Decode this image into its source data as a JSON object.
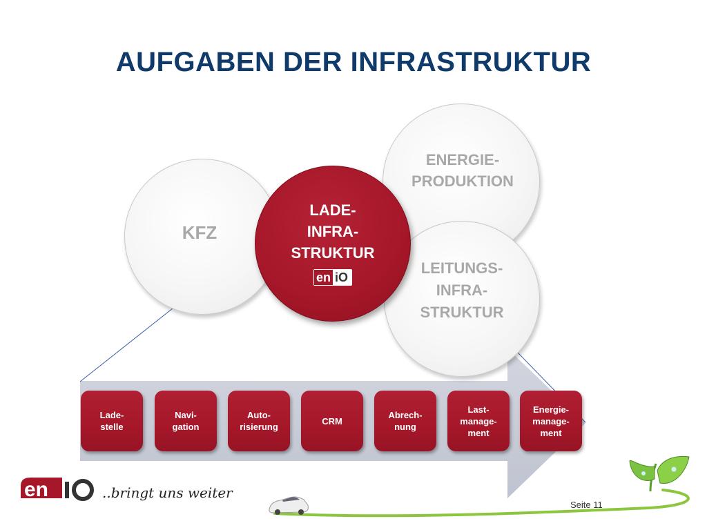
{
  "title": "AUFGABEN DER INFRASTRUKTUR",
  "circles": {
    "kfz": "KFZ",
    "energie": "ENERGIE-\nPRODUKTION",
    "leitung": "LEITUNGS-\nINFRA-\nSTRUKTUR",
    "lade": "LADE-\nINFRA-\nSTRUKTUR"
  },
  "logo": {
    "part1": "en",
    "part2": "iO"
  },
  "process_steps": [
    "Lade-\nstelle",
    "Navi-\ngation",
    "Auto-\nrisierung",
    "CRM",
    "Abrech-\nnung",
    "Last-\nmanage-\nment",
    "Energie-\nmanage-\nment"
  ],
  "footer": {
    "slogan": "..bringt uns  weiter",
    "page": "Seite 11"
  },
  "colors": {
    "brand_red": "#a51729",
    "title_blue": "#0f3a6a",
    "arrow_grey": "#c9ccd6",
    "leaf_green": "#7cc242"
  },
  "icons": [
    "car-icon",
    "leaf-icon",
    "enio-logo"
  ]
}
